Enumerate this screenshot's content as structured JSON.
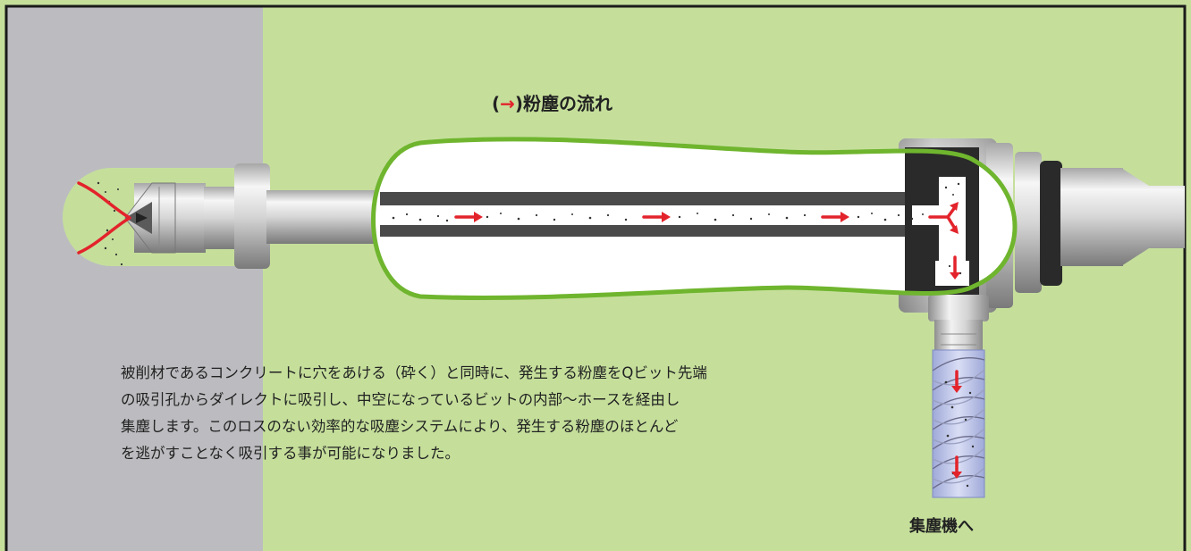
{
  "legend": {
    "open": "(",
    "arrow": "→",
    "close": ")",
    "text": "粉塵の流れ"
  },
  "description": {
    "lines": [
      "被削材であるコンクリートに穴をあける（砕く）と同時に、発生する粉塵をQビット先端",
      "の吸引孔からダイレクトに吸引し、中空になっているビットの内部～ホースを経由し",
      "集塵します。このロスのない効率的な吸塵システムにより、発生する粉塵のほとんど",
      "を逃がすことなく吸引する事が可能になりました。"
    ]
  },
  "collector_label": "集塵機へ",
  "colors": {
    "background_green": "#c5df9b",
    "concrete_gray": "#bcbcc0",
    "frame_border": "#1a1a1a",
    "cutaway_outline": "#6fb52e",
    "flow_arrow": "#e3232b",
    "hose_blue": "#b9c2e8",
    "shaft_dark": "#4a4a4a"
  },
  "icons": [
    "flow-arrow-icon",
    "dust-particles",
    "hose-spiral"
  ]
}
